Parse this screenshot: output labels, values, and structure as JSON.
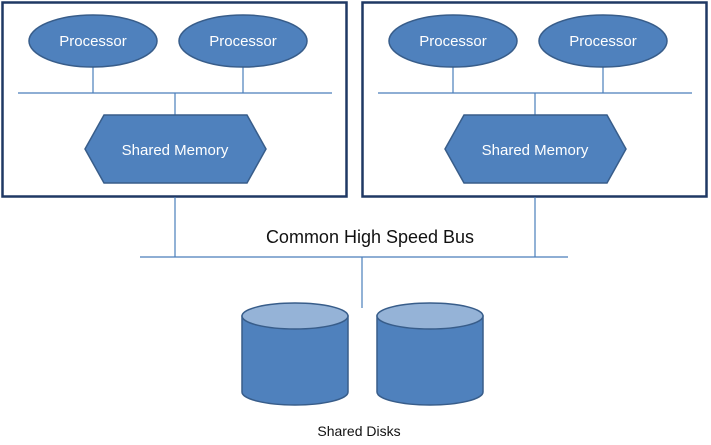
{
  "colors": {
    "node_fill": "#4f81bd",
    "node_stroke": "#385d8a",
    "line": "#4a7ebb",
    "box_border": "#1f3864",
    "disk_top": "#95b3d7",
    "text_dark": "#111111",
    "text_light": "#ffffff"
  },
  "nodes": [
    {
      "processors": [
        {
          "label": "Processor",
          "icon": "ellipse"
        },
        {
          "label": "Processor",
          "icon": "ellipse"
        }
      ],
      "memory": {
        "label": "Shared Memory",
        "icon": "hexagon"
      }
    },
    {
      "processors": [
        {
          "label": "Processor",
          "icon": "ellipse"
        },
        {
          "label": "Processor",
          "icon": "ellipse"
        }
      ],
      "memory": {
        "label": "Shared Memory",
        "icon": "hexagon"
      }
    }
  ],
  "bus": {
    "label": "Common High Speed Bus"
  },
  "disks": {
    "label": "Shared Disks",
    "items": [
      {
        "icon": "cylinder"
      },
      {
        "icon": "cylinder"
      }
    ]
  }
}
